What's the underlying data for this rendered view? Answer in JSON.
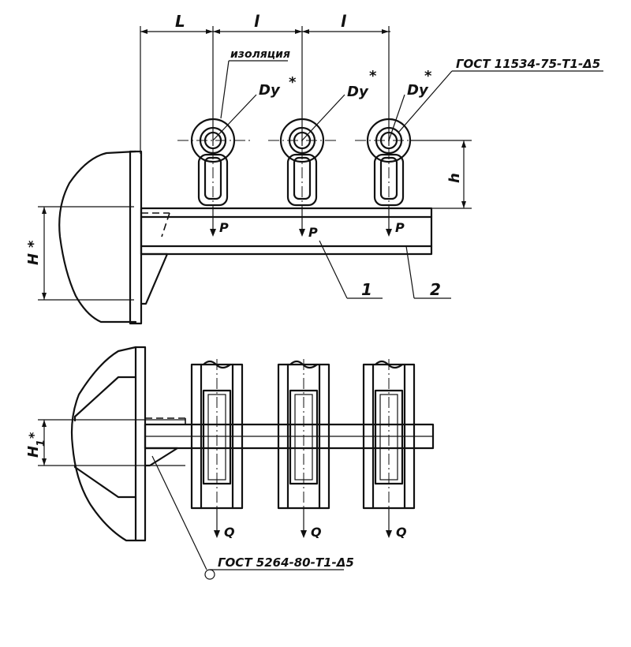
{
  "colors": {
    "ink": "#111111",
    "paper": "#ffffff"
  },
  "labels": {
    "dim_L": "L",
    "dim_l1": "l",
    "dim_l2": "l",
    "insulation": "изоляция",
    "dy1": "Dу",
    "dy2": "Dу",
    "dy3": "Dу",
    "star": "*",
    "gost_top": "ГОСТ 11534-75-Т1-Δ5",
    "h": "h",
    "H": "H",
    "H1": "H",
    "H1_sub": "1",
    "p1": "P",
    "p2": "P",
    "p3": "P",
    "pos1": "1",
    "pos2": "2",
    "q1": "Q",
    "q2": "Q",
    "q3": "Q",
    "gost_bottom": "ГОСТ 5264-80-Т1-Δ5"
  }
}
